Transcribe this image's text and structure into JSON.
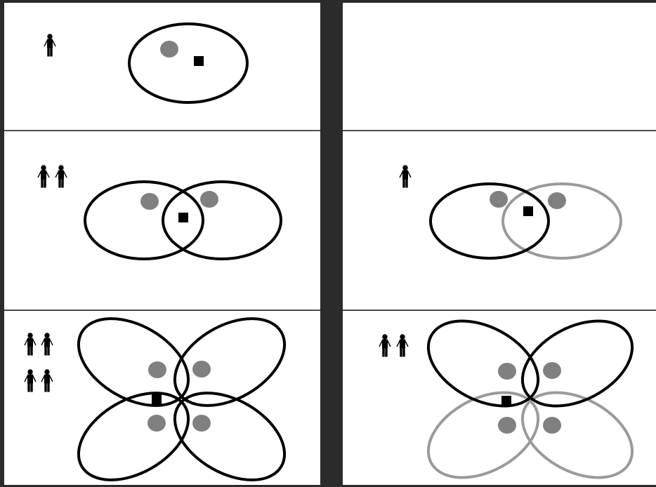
{
  "colors": {
    "background": "#2b2b2b",
    "panel": "#ffffff",
    "divider": "#333333",
    "active_ellipse": "#000000",
    "inactive_ellipse": "#9a9a9a",
    "center_dot": "#808080",
    "target_square": "#000000",
    "person_icon": "#000000"
  },
  "icons": {
    "person": "person-icon",
    "target": "square-marker",
    "center": "circle-marker"
  },
  "panels": [
    {
      "id": "left-row1",
      "person_count": 1,
      "ellipses": [
        "active"
      ]
    },
    {
      "id": "right-row1",
      "person_count": 0,
      "ellipses": []
    },
    {
      "id": "left-row2",
      "person_count": 2,
      "ellipses": [
        "active",
        "active"
      ]
    },
    {
      "id": "right-row2",
      "person_count": 1,
      "ellipses": [
        "active",
        "inactive"
      ]
    },
    {
      "id": "left-row3",
      "person_count": 4,
      "ellipses": [
        "active",
        "active",
        "active",
        "active"
      ]
    },
    {
      "id": "right-row3",
      "person_count": 2,
      "ellipses": [
        "active",
        "active",
        "inactive",
        "inactive"
      ]
    }
  ]
}
